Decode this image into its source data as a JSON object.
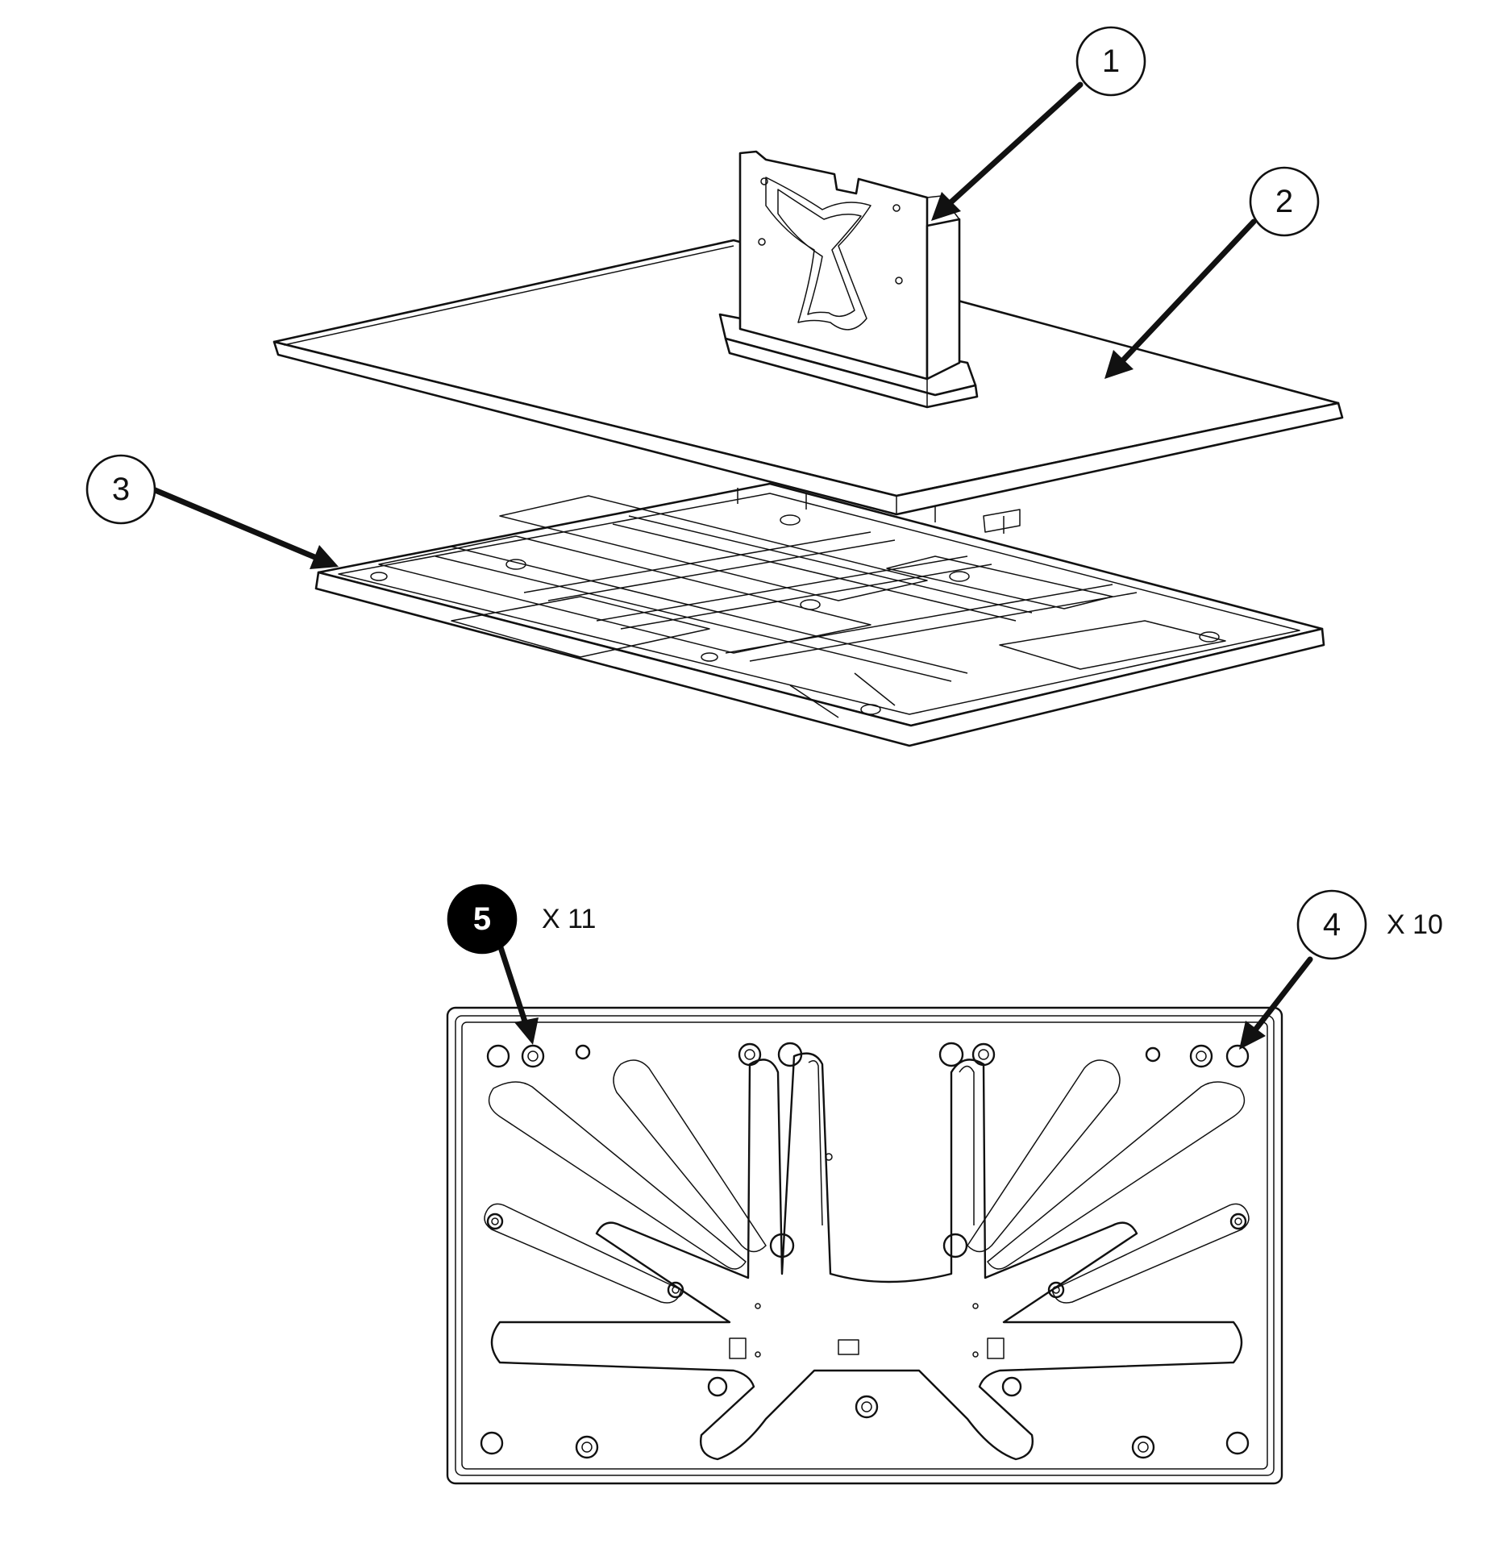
{
  "callouts": [
    {
      "id": "1",
      "label": "1",
      "style": "outline"
    },
    {
      "id": "2",
      "label": "2",
      "style": "outline"
    },
    {
      "id": "3",
      "label": "3",
      "style": "outline"
    },
    {
      "id": "4",
      "label": "4",
      "style": "outline",
      "quantity": "X 10"
    },
    {
      "id": "5",
      "label": "5",
      "style": "filled",
      "quantity": "X 11"
    }
  ],
  "colors": {
    "line": "#111111",
    "paper": "#ffffff",
    "filled_callout": "#000000"
  }
}
